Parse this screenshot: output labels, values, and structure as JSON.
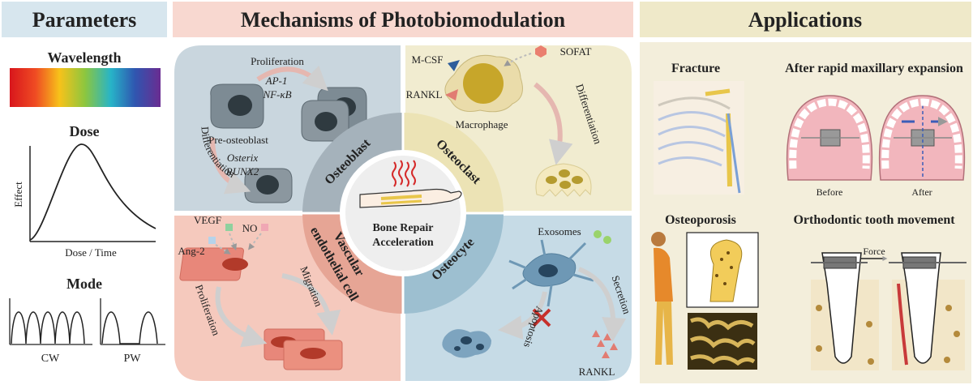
{
  "parameters": {
    "header": "Parameters",
    "wavelength": "Wavelength",
    "dose": "Dose",
    "effect_label": "Effect",
    "dose_time_label": "Dose / Time",
    "mode": "Mode",
    "cw": "CW",
    "pw": "PW"
  },
  "mechanisms": {
    "header": "Mechanisms of Photobiomodulation",
    "center": [
      "Bone Repair",
      "Acceleration"
    ],
    "osteoblast": {
      "ring_label": "Osteoblast",
      "proliferation": "Proliferation",
      "ap1": "AP-1",
      "nfkb": "NF-κB",
      "pre_osteoblast": "Pre-osteoblast",
      "differentiation": "Differentiation",
      "osterix": "Osterix",
      "runx2": "RUNX2"
    },
    "osteoclast": {
      "ring_label": "Osteoclast",
      "mcsf": "M-CSF",
      "sofat": "SOFAT",
      "rankl": "RANKL",
      "macrophage": "Macrophage",
      "differentiation": "Differentiation"
    },
    "vascular": {
      "ring_label_1": "Vascular",
      "ring_label_2": "endothelial cell",
      "vegf": "VEGF",
      "no": "NO",
      "ang2": "Ang-2",
      "proliferation": "Proliferation",
      "migration": "Migration"
    },
    "osteocyte": {
      "ring_label": "Osteocyte",
      "exosomes": "Exosomes",
      "secretion": "Secretion",
      "apoptosis": "Apoptosis",
      "rankl": "RANKL"
    }
  },
  "applications": {
    "header": "Applications",
    "fracture": "Fracture",
    "rapid_expansion": "After rapid maxillary expansion",
    "before": "Before",
    "after": "After",
    "osteoporosis": "Osteoporosis",
    "ortho": "Orthodontic tooth movement",
    "force": "Force"
  },
  "colors": {
    "parameters_header_bg": "#d7e6ee",
    "mechanisms_header_bg": "#f8d8d0",
    "applications_header_bg": "#efe9c9",
    "applications_panel_bg": "#f3eedb",
    "osteoblast_quadrant": "#c9d6de",
    "osteoclast_quadrant": "#f1ecd0",
    "vascular_quadrant": "#f5c9bd",
    "osteocyte_quadrant": "#c6dbe6",
    "osteoblast_ring": "#a5b2bb",
    "osteoclast_ring": "#ece3b5",
    "vascular_ring": "#e6a595",
    "osteocyte_ring": "#9dbfd0"
  },
  "icons": [
    "spectrum-bar",
    "dose-curve",
    "waveform-cw",
    "waveform-pw",
    "laser-waves-icon",
    "arm-icon",
    "cell-icon",
    "skeleton-icon",
    "palate-icon",
    "tooth-icon",
    "bone-icon",
    "person-icon"
  ]
}
